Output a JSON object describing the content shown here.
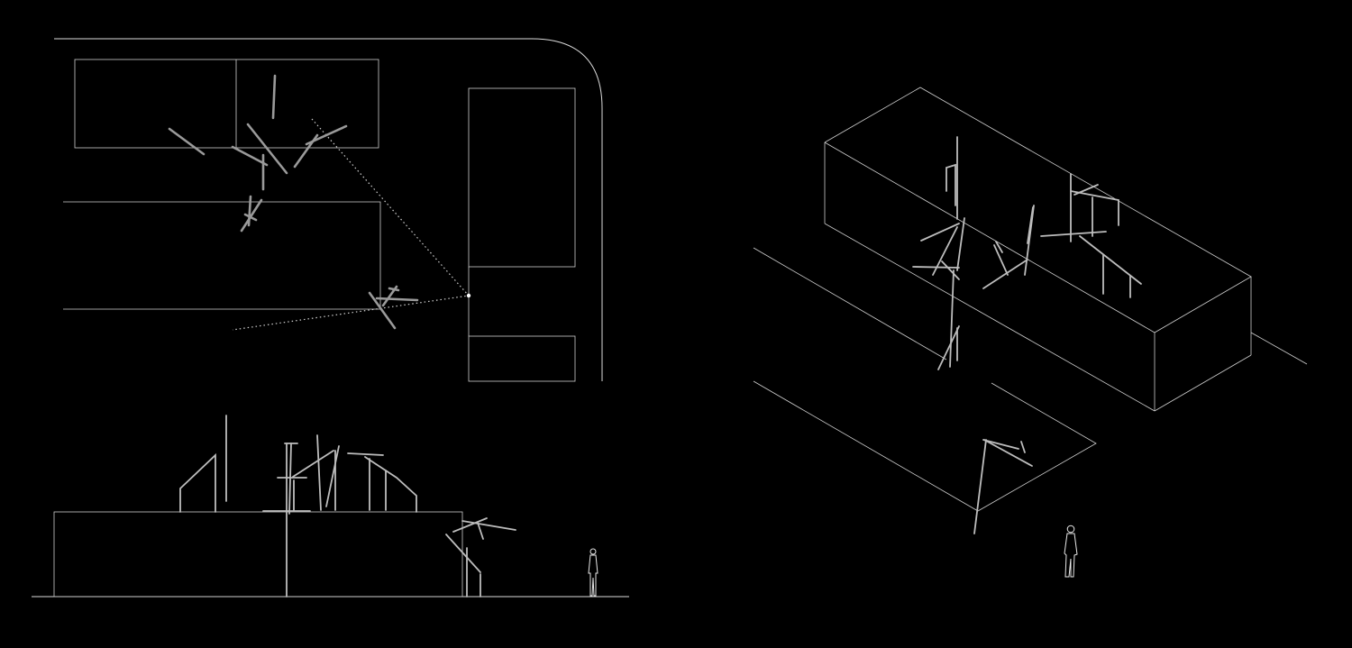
{
  "drawing": {
    "background": "#000000",
    "line_color": "#dcdcdc",
    "rod_color": "#9a9a9a",
    "views": [
      "plan",
      "elevation",
      "axonometric"
    ]
  }
}
